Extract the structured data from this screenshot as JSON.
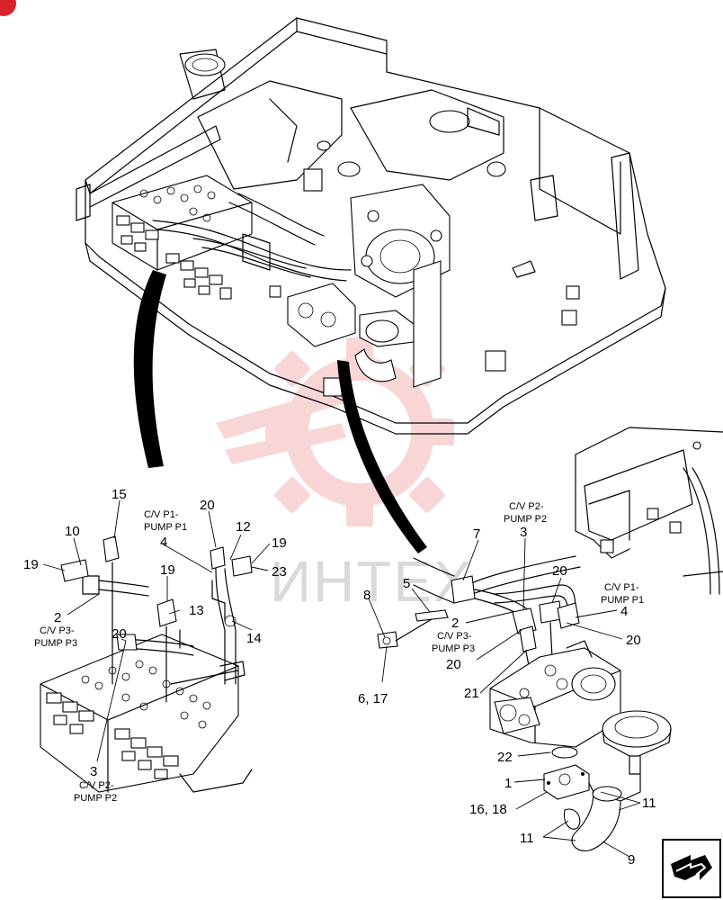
{
  "watermark": "ИНТЕХ",
  "colors": {
    "line": "#000000",
    "background": "#ffffff",
    "watermark_red": "#f5b5b5",
    "badge_red": "#d8232a"
  },
  "icons": {
    "nav": "next-page-arrow-icon",
    "badge": "corner-badge-icon"
  },
  "callouts": [
    {
      "id": "c15",
      "text": "15"
    },
    {
      "id": "c10",
      "text": "10"
    },
    {
      "id": "c19a",
      "text": "19"
    },
    {
      "id": "c2a",
      "text": "2"
    },
    {
      "id": "c20a",
      "text": "20"
    },
    {
      "id": "c19b",
      "text": "19"
    },
    {
      "id": "c13",
      "text": "13"
    },
    {
      "id": "c4a",
      "text": "4"
    },
    {
      "id": "c20b",
      "text": "20"
    },
    {
      "id": "c12",
      "text": "12"
    },
    {
      "id": "c19c",
      "text": "19"
    },
    {
      "id": "c23",
      "text": "23"
    },
    {
      "id": "c14",
      "text": "14"
    },
    {
      "id": "c3a",
      "text": "3"
    },
    {
      "id": "c8",
      "text": "8"
    },
    {
      "id": "c5",
      "text": "5"
    },
    {
      "id": "c617",
      "text": "6, 17"
    },
    {
      "id": "c7",
      "text": "7"
    },
    {
      "id": "c3b",
      "text": "3"
    },
    {
      "id": "c20c",
      "text": "20"
    },
    {
      "id": "c2b",
      "text": "2"
    },
    {
      "id": "c20d",
      "text": "20"
    },
    {
      "id": "c4b",
      "text": "4"
    },
    {
      "id": "c20e",
      "text": "20"
    },
    {
      "id": "c21",
      "text": "21"
    },
    {
      "id": "c22",
      "text": "22"
    },
    {
      "id": "c1",
      "text": "1"
    },
    {
      "id": "c1618",
      "text": "16, 18"
    },
    {
      "id": "c11a",
      "text": "11"
    },
    {
      "id": "c11b",
      "text": "11"
    },
    {
      "id": "c9",
      "text": "9"
    }
  ],
  "notes": {
    "cvp1_left_1": "C/V P1-",
    "cvp1_left_2": "PUMP P1",
    "cvp3_left_1": "C/V P3-",
    "cvp3_left_2": "PUMP P3",
    "cvp2_left_1": "C/V P2-",
    "cvp2_left_2": "PUMP P2",
    "cvp2_right_1": "C/V P2-",
    "cvp2_right_2": "PUMP P2",
    "cvp1_right_1": "C/V P1-",
    "cvp1_right_2": "PUMP P1",
    "cvp3_right_1": "C/V P3-",
    "cvp3_right_2": "PUMP P3"
  }
}
